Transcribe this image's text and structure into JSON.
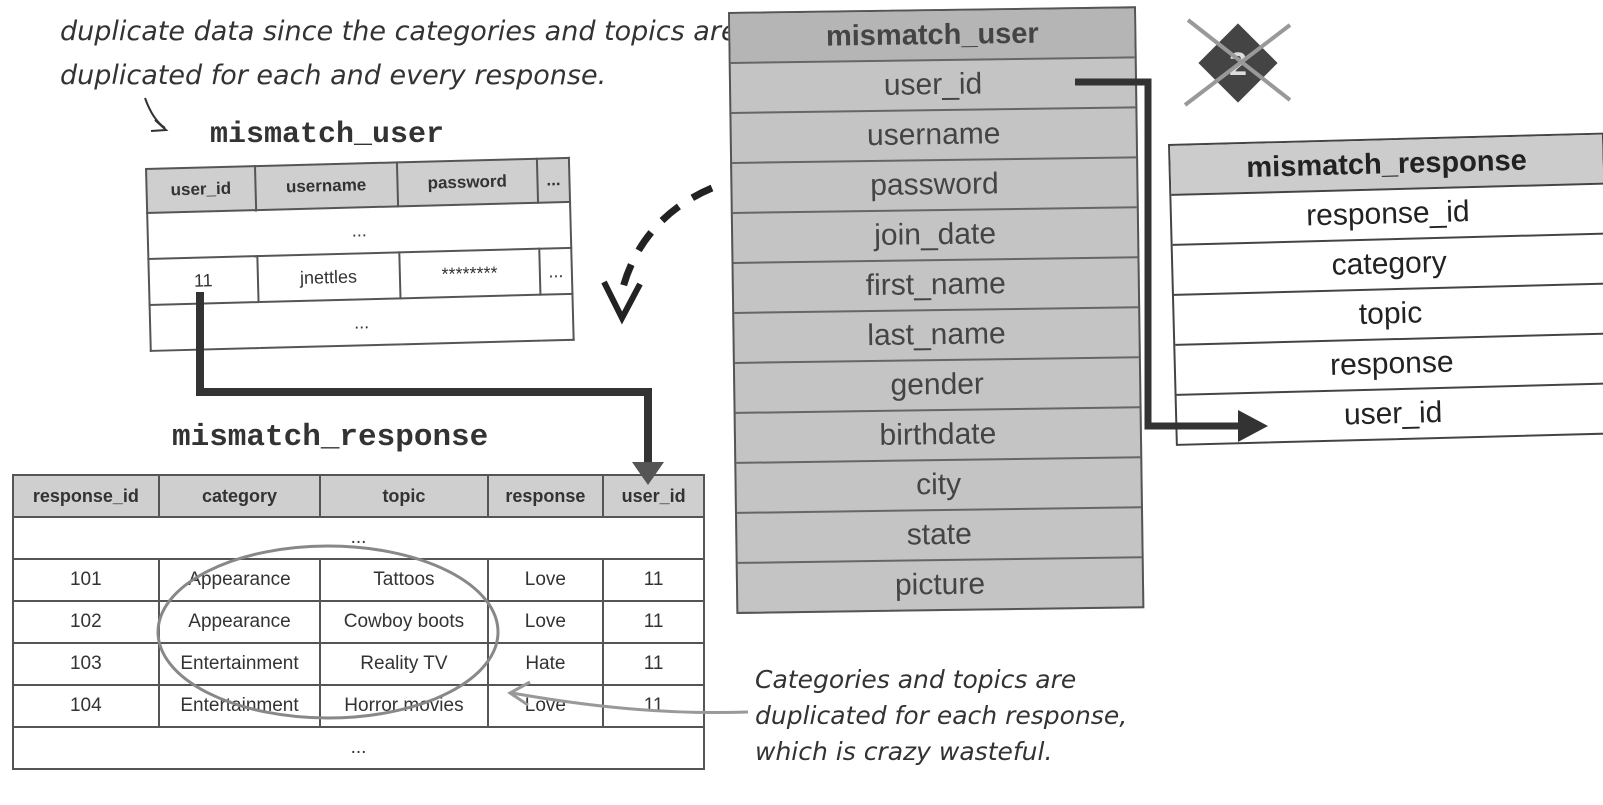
{
  "notes": {
    "top": "duplicate data since the categories and topics are duplicated for each and every response.",
    "bottom": "Categories and topics are duplicated for each response, which is crazy wasteful."
  },
  "user_table": {
    "title": "mismatch_user",
    "headers": [
      "user_id",
      "username",
      "password",
      "..."
    ],
    "ellipsis": "...",
    "row": [
      "11",
      "jnettles",
      "********",
      "..."
    ]
  },
  "response_table": {
    "title": "mismatch_response",
    "headers": [
      "response_id",
      "category",
      "topic",
      "response",
      "user_id"
    ],
    "ellipsis": "...",
    "rows": [
      [
        "101",
        "Appearance",
        "Tattoos",
        "Love",
        "11"
      ],
      [
        "102",
        "Appearance",
        "Cowboy boots",
        "Love",
        "11"
      ],
      [
        "103",
        "Entertainment",
        "Reality TV",
        "Hate",
        "11"
      ],
      [
        "104",
        "Entertainment",
        "Horror movies",
        "Love",
        "11"
      ]
    ]
  },
  "schema_user": {
    "title": "mismatch_user",
    "fields": [
      "user_id",
      "username",
      "password",
      "join_date",
      "first_name",
      "last_name",
      "gender",
      "birthdate",
      "city",
      "state",
      "picture"
    ]
  },
  "schema_response": {
    "title": "mismatch_response",
    "fields": [
      "response_id",
      "category",
      "topic",
      "response",
      "user_id"
    ]
  },
  "badge": {
    "label": "2",
    "icon": "crossed-out-diamond-icon"
  },
  "colors": {
    "schema_fill": "#c4c4c4",
    "line": "#333333",
    "header_fill": "#cfcfcf"
  }
}
